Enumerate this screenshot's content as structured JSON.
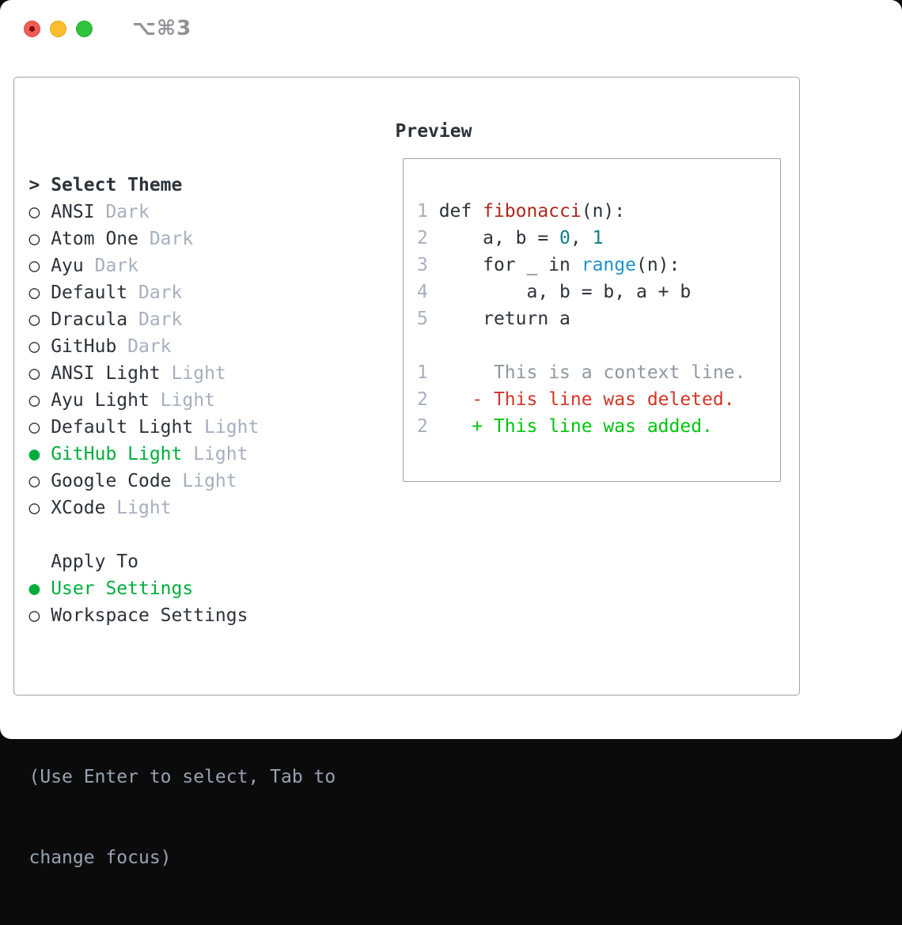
{
  "titlebar": {
    "shortcut": "⌥⌘3"
  },
  "colors": {
    "border": "#9aa5b0",
    "text_dark": "#2c323a",
    "text_muted": "#a6afbf",
    "text_hint": "#98a2b3",
    "green_selected": "#00ad3c",
    "traffic_red": "#f25c54",
    "traffic_red_dot": "#750f04",
    "traffic_yellow": "#fbbd2d",
    "traffic_green": "#2ec33b",
    "shortcut_gray": "#8e9296",
    "code_default": "#2c323a",
    "code_function": "#b0271c",
    "code_builtin": "#2191cc",
    "code_number": "#0e7f87",
    "code_linenum": "#a6afbf",
    "diff_context": "#8f98a1",
    "diff_deleted": "#d13526",
    "diff_added": "#00c40e"
  },
  "theme_picker": {
    "title_marker": ">",
    "title": "Select Theme",
    "radio_unselected": "○",
    "radio_selected": "●",
    "themes": [
      {
        "name": "ANSI",
        "variant": "Dark",
        "selected": false
      },
      {
        "name": "Atom One",
        "variant": "Dark",
        "selected": false
      },
      {
        "name": "Ayu",
        "variant": "Dark",
        "selected": false
      },
      {
        "name": "Default",
        "variant": "Dark",
        "selected": false
      },
      {
        "name": "Dracula",
        "variant": "Dark",
        "selected": false
      },
      {
        "name": "GitHub",
        "variant": "Dark",
        "selected": false
      },
      {
        "name": "ANSI Light",
        "variant": "Light",
        "selected": false
      },
      {
        "name": "Ayu Light",
        "variant": "Light",
        "selected": false
      },
      {
        "name": "Default Light",
        "variant": "Light",
        "selected": false
      },
      {
        "name": "GitHub Light",
        "variant": "Light",
        "selected": true
      },
      {
        "name": "Google Code",
        "variant": "Light",
        "selected": false
      },
      {
        "name": "XCode",
        "variant": "Light",
        "selected": false
      }
    ],
    "apply_to": {
      "title": "Apply To",
      "options": [
        {
          "label": "User Settings",
          "selected": true
        },
        {
          "label": "Workspace Settings",
          "selected": false
        }
      ]
    },
    "hint_lines": [
      "(Use Enter to select, Tab to",
      "change focus)"
    ]
  },
  "preview": {
    "title": "Preview",
    "code_lines": [
      {
        "num": "1",
        "tokens": [
          {
            "text": "def ",
            "type": "code"
          },
          {
            "text": "fibonacci",
            "type": "func"
          },
          {
            "text": "(n):",
            "type": "code"
          }
        ]
      },
      {
        "num": "2",
        "tokens": [
          {
            "text": "    a, b = ",
            "type": "code"
          },
          {
            "text": "0",
            "type": "num"
          },
          {
            "text": ", ",
            "type": "code"
          },
          {
            "text": "1",
            "type": "num"
          }
        ]
      },
      {
        "num": "3",
        "tokens": [
          {
            "text": "    for _ in ",
            "type": "code"
          },
          {
            "text": "range",
            "type": "builtin"
          },
          {
            "text": "(n):",
            "type": "code"
          }
        ]
      },
      {
        "num": "4",
        "tokens": [
          {
            "text": "        a, b = b, a + b",
            "type": "code"
          }
        ]
      },
      {
        "num": "5",
        "tokens": [
          {
            "text": "    return a",
            "type": "code"
          }
        ]
      }
    ],
    "diff_lines": [
      {
        "num": "1",
        "marker": " ",
        "text": "This is a context line.",
        "kind": "context"
      },
      {
        "num": "2",
        "marker": "-",
        "text": "This line was deleted.",
        "kind": "deleted"
      },
      {
        "num": "2",
        "marker": "+",
        "text": "This line was added.",
        "kind": "added"
      }
    ]
  }
}
